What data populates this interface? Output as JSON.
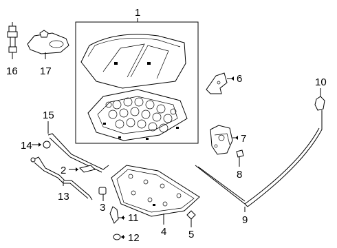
{
  "diagram": {
    "callouts": [
      {
        "id": "1",
        "label": "1"
      },
      {
        "id": "2",
        "label": "2"
      },
      {
        "id": "3",
        "label": "3"
      },
      {
        "id": "4",
        "label": "4"
      },
      {
        "id": "5",
        "label": "5"
      },
      {
        "id": "6",
        "label": "6"
      },
      {
        "id": "7",
        "label": "7"
      },
      {
        "id": "8",
        "label": "8"
      },
      {
        "id": "9",
        "label": "9"
      },
      {
        "id": "10",
        "label": "10"
      },
      {
        "id": "11",
        "label": "11"
      },
      {
        "id": "12",
        "label": "12"
      },
      {
        "id": "13",
        "label": "13"
      },
      {
        "id": "14",
        "label": "14"
      },
      {
        "id": "15",
        "label": "15"
      },
      {
        "id": "16",
        "label": "16"
      },
      {
        "id": "17",
        "label": "17"
      }
    ]
  },
  "colors": {
    "line": "#000000",
    "background": "#ffffff"
  }
}
